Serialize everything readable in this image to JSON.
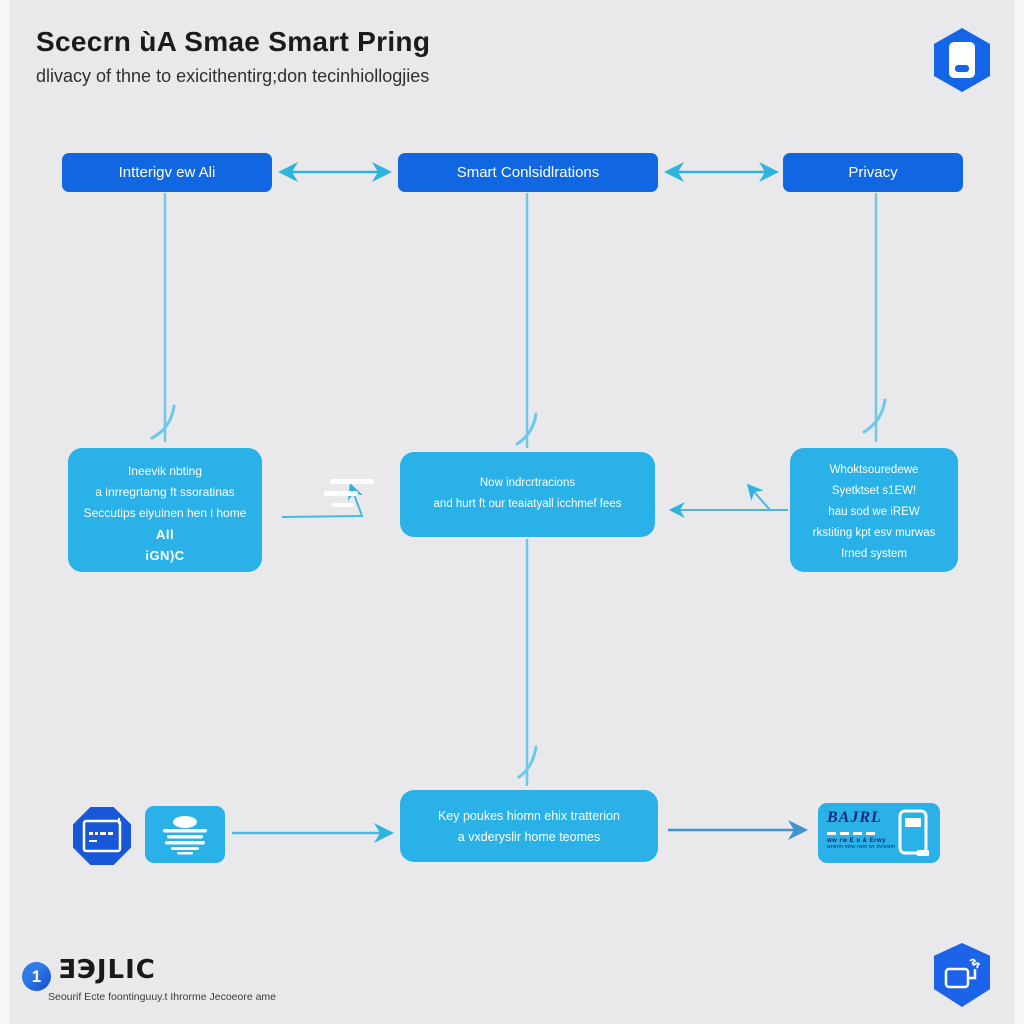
{
  "header": {
    "title": "Scecrn ùA Smae Smart Pring",
    "subtitle": "dlivacy of thne to exicithentirg;don tecinhiollogjies"
  },
  "top_row": [
    {
      "label": "Intterigv ew Ali"
    },
    {
      "label": "Smart Conlsidlrations"
    },
    {
      "label": "Privacy"
    }
  ],
  "middle_row": {
    "left": {
      "lines": [
        "Ineevik nbting",
        "a inrregrtamg ft ssoratinas",
        "Seccutips eiyuinen hen i home",
        "All",
        "iGN)C"
      ]
    },
    "center": {
      "lines": [
        "Now indrcrtracions",
        "and hurt ft our teaiatyall icchmef fees"
      ]
    },
    "right": {
      "lines": [
        "Whoktsouredewe",
        "Syetktset s1EW!",
        "hau sod we iREW",
        "rkstiting kpt esv murwas",
        "Irned system"
      ]
    }
  },
  "bottom_row": {
    "center": {
      "lines": [
        "Key poukes hiomn ehix tratterion",
        "a vxderyslir home teomes"
      ]
    },
    "badge": {
      "title": "BAJRL",
      "subline1": "ww rw E u & Erwy",
      "subline2": "wrwrm mrw rwm wr mrwwm"
    }
  },
  "footer": {
    "logo_mark": "1",
    "logo_text": "ƎЭJLIC",
    "tagline": "Seourif Ecte foontinguuy.t Ihrorme Jecoeore ame"
  },
  "icons": {
    "top_right": "hexagon-device-icon",
    "bottom_left_1": "octagon-screen-icon",
    "bottom_left_2": "striped-globe-icon",
    "badge_right": "phone-icon",
    "bottom_right": "shield-device-icon",
    "logo": "circle-one-icon"
  },
  "colors": {
    "background": "#e9e9ec",
    "primary_blue": "#1167e2",
    "cyan_node": "#29b1e8",
    "arrow_cyan": "#2fb4dc",
    "arrow_blue": "#3e93d4",
    "dark_blue": "#1757d8",
    "title_text": "#1b1b1d"
  }
}
